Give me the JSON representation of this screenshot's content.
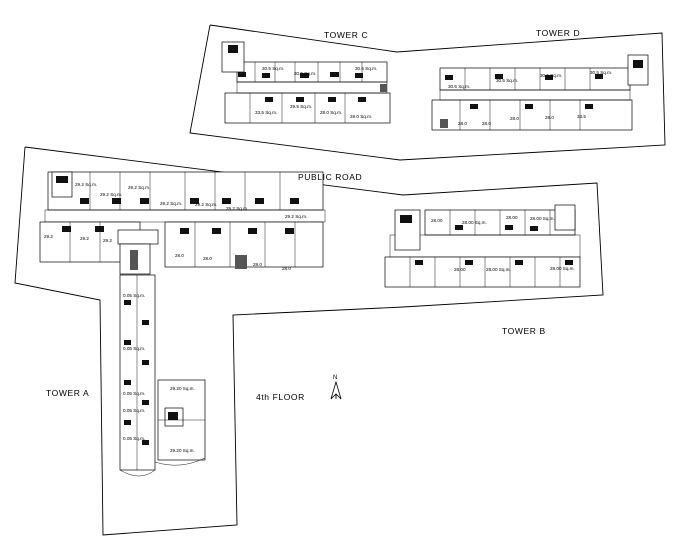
{
  "labels": {
    "tower_a": "TOWER A",
    "tower_b": "TOWER B",
    "tower_c": "TOWER C",
    "tower_d": "TOWER D",
    "public_road": "PUBLIC ROAD",
    "floor": "4th FLOOR",
    "north": "N"
  },
  "units": {
    "tower_c": [
      "30.5 Sq.m.",
      "30.5 Sq.m.",
      "30.5 Sq.m.",
      "33.5 Sq.m.",
      "29.5 Sq.m.",
      "28.0 Sq.m.",
      "28.0 Sq.m."
    ],
    "tower_d": [
      "30.5 Sq.m.",
      "30.5 Sq.m.",
      "30.5 Sq.m.",
      "30.5 Sq.m.",
      "28.0",
      "28.0",
      "28.0",
      "28.0",
      "33.5"
    ],
    "tower_a_north": [
      "29.2 Sq.m.",
      "29.2 Sq.m.",
      "29.2 Sq.m.",
      "29.2 Sq.m.",
      "29.2 Sq.m.",
      "29.2 Sq.m.",
      "29.2 Sq.m."
    ],
    "tower_a_south": [
      "29.2",
      "29.2",
      "29.2",
      "28.0",
      "28.0",
      "28.0",
      "28.0"
    ],
    "tower_a_wing": [
      "0.05 Sq.m.",
      "0.05 Sq.m.",
      "0.05 Sq.m.",
      "0.05 Sq.m.",
      "0.05 Sq.m.",
      "29.20 Sq.m.",
      "29.20 Sq.m."
    ],
    "tower_b": [
      "28.00",
      "28.00 Sq.m.",
      "28.00",
      "28.00 Sq.m.",
      "28.00",
      "28.00 Sq.m.",
      "28.00 Sq.m."
    ]
  }
}
